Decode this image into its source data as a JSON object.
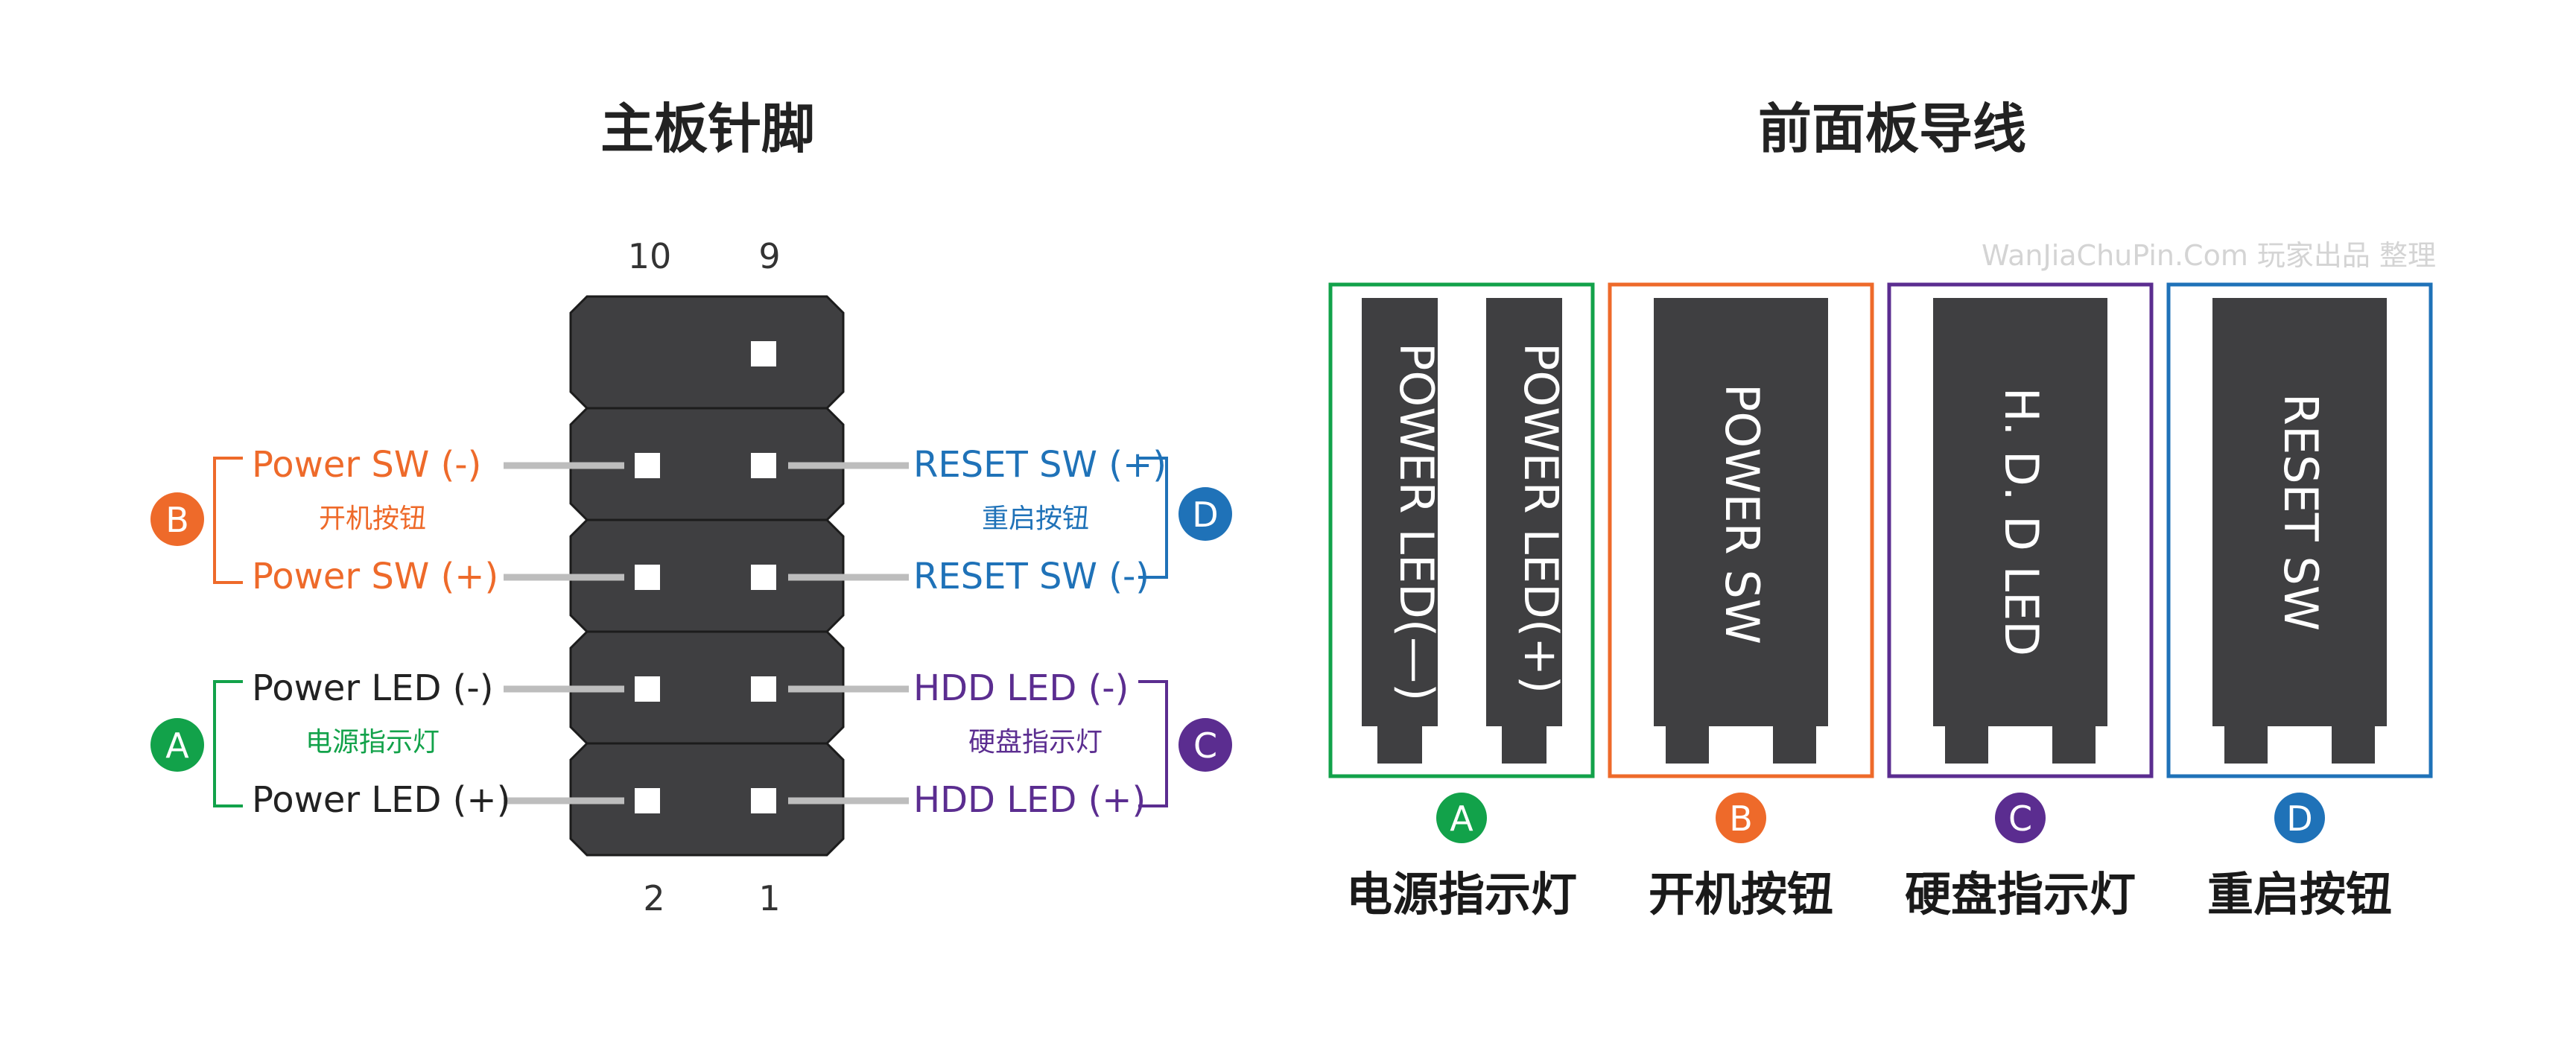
{
  "header_left": {
    "title": "主板针脚"
  },
  "header_right": {
    "title": "前面板导线"
  },
  "watermark": "WanJiaChuPin.Com 玩家出品 整理",
  "pin_numbers": {
    "top_left": "10",
    "top_right": "9",
    "bottom_left": "2",
    "bottom_right": "1"
  },
  "groups": {
    "A": {
      "letter": "A",
      "color": "#12a24a",
      "name": "电源指示灯",
      "pin_top": "Power LED (-)",
      "pin_bottom": "Power LED (+)"
    },
    "B": {
      "letter": "B",
      "color": "#ee6a2a",
      "name": "开机按钮",
      "pin_top": "Power SW (-)",
      "pin_bottom": "Power SW (+)"
    },
    "C": {
      "letter": "C",
      "color": "#5b2d90",
      "name": "硬盘指示灯",
      "pin_top": "HDD LED (-)",
      "pin_bottom": "HDD LED (+)"
    },
    "D": {
      "letter": "D",
      "color": "#1f72b8",
      "name": "重启按钮",
      "pin_top": "RESET SW (+)",
      "pin_bottom": "RESET SW (-)"
    }
  },
  "connectors": {
    "A": [
      "POWER LED(—)",
      "POWER LED(+)"
    ],
    "B": [
      "POWER SW"
    ],
    "C": [
      "H. D. D LED"
    ],
    "D": [
      "RESET SW"
    ]
  },
  "colors": {
    "header_body": "#3f3f41",
    "pin": "#ffffff",
    "lead_line": "#bdbdbd",
    "text_dark": "#222222"
  }
}
